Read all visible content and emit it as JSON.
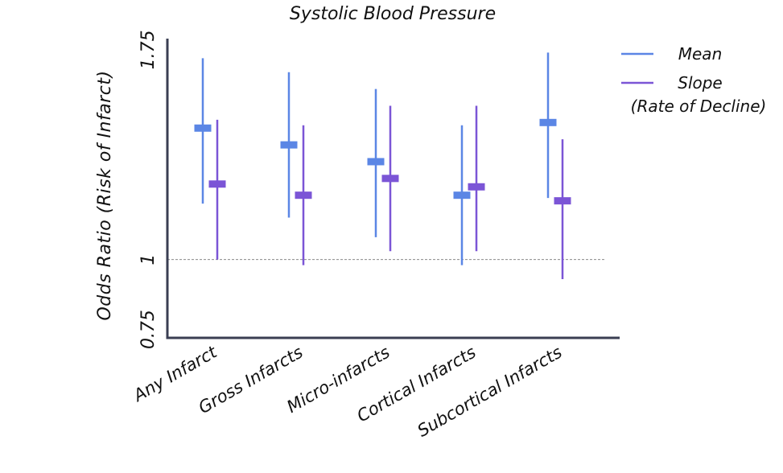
{
  "chart_data": {
    "type": "errorbar",
    "title": "Systolic Blood Pressure",
    "xlabel": "",
    "ylabel": "Odds Ratio (Risk of Infarct)",
    "ylim": [
      0.72,
      1.79
    ],
    "yticks": [
      {
        "value": 0.75,
        "label": "0.75"
      },
      {
        "value": 1.0,
        "label": "1"
      },
      {
        "value": 1.75,
        "label": "1.75"
      }
    ],
    "reference_line": 1.0,
    "categories": [
      "Any Infarct",
      "Gross Infarcts",
      "Micro-infarcts",
      "Cortical Infarcts",
      "Subcortical Infarcts"
    ],
    "series": [
      {
        "name": "Mean",
        "color": "#5b86e5",
        "points": [
          {
            "estimate": 1.47,
            "lower": 1.2,
            "upper": 1.72
          },
          {
            "estimate": 1.41,
            "lower": 1.15,
            "upper": 1.67
          },
          {
            "estimate": 1.35,
            "lower": 1.08,
            "upper": 1.61
          },
          {
            "estimate": 1.23,
            "lower": 0.98,
            "upper": 1.48
          },
          {
            "estimate": 1.49,
            "lower": 1.22,
            "upper": 1.74
          }
        ]
      },
      {
        "name": "Slope",
        "subtitle": "(Rate of Decline)",
        "color": "#7b55d6",
        "points": [
          {
            "estimate": 1.27,
            "lower": 1.0,
            "upper": 1.5
          },
          {
            "estimate": 1.23,
            "lower": 0.98,
            "upper": 1.48
          },
          {
            "estimate": 1.29,
            "lower": 1.03,
            "upper": 1.55
          },
          {
            "estimate": 1.26,
            "lower": 1.03,
            "upper": 1.55
          },
          {
            "estimate": 1.21,
            "lower": 0.93,
            "upper": 1.43
          }
        ]
      }
    ],
    "grid": false,
    "legend_position": "top-right"
  }
}
